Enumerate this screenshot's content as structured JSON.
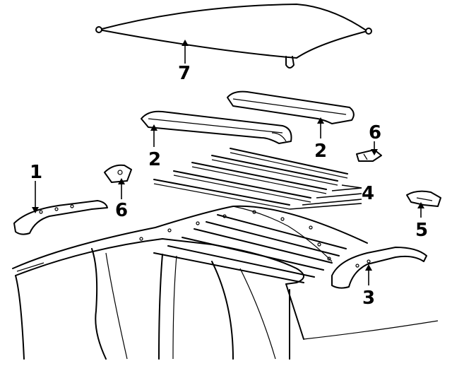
{
  "callouts": [
    {
      "id": "c1",
      "label": "1"
    },
    {
      "id": "c2a",
      "label": "2"
    },
    {
      "id": "c2b",
      "label": "2"
    },
    {
      "id": "c3",
      "label": "3"
    },
    {
      "id": "c4",
      "label": "4"
    },
    {
      "id": "c5",
      "label": "5"
    },
    {
      "id": "c6a",
      "label": "6"
    },
    {
      "id": "c6b",
      "label": "6"
    },
    {
      "id": "c7",
      "label": "7"
    }
  ]
}
